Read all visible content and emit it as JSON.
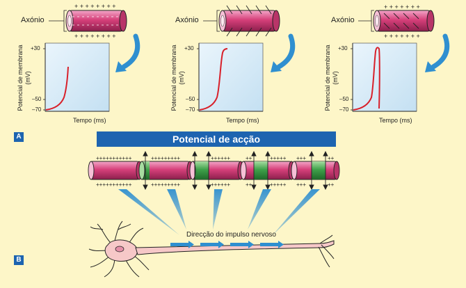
{
  "panel_a": {
    "badge": "A",
    "axon_label": "Axónio",
    "plots": [
      {
        "y_axis_label": "Potencial de membrana",
        "y_unit": "(mV)",
        "x_axis_label": "Tempo (ms)",
        "y_ticks": [
          "+30",
          "–50",
          "–70"
        ]
      },
      {
        "y_axis_label": "Potencial de membrana",
        "y_unit": "(mV)",
        "x_axis_label": "Tempo (ms)",
        "y_ticks": [
          "+30",
          "–50",
          "–70"
        ]
      },
      {
        "y_axis_label": "Potencial de membrana",
        "y_unit": "(mV)",
        "x_axis_label": "Tempo (ms)",
        "y_ticks": [
          "+30",
          "–50",
          "–70"
        ]
      }
    ]
  },
  "panel_b": {
    "badge": "B",
    "banner_title": "Potencial de acção",
    "direction_label": "Direcção do impulso nervoso"
  },
  "colors": {
    "background": "#fdf6c8",
    "axon_pink": "#d6407a",
    "active_green": "#3fa14a",
    "banner_blue": "#1d64b0",
    "arrow_blue": "#2f8fd0",
    "curve_red": "#d8202a",
    "plot_bg": "#d8ecf8",
    "neuron_fill": "#f6c8c8"
  }
}
